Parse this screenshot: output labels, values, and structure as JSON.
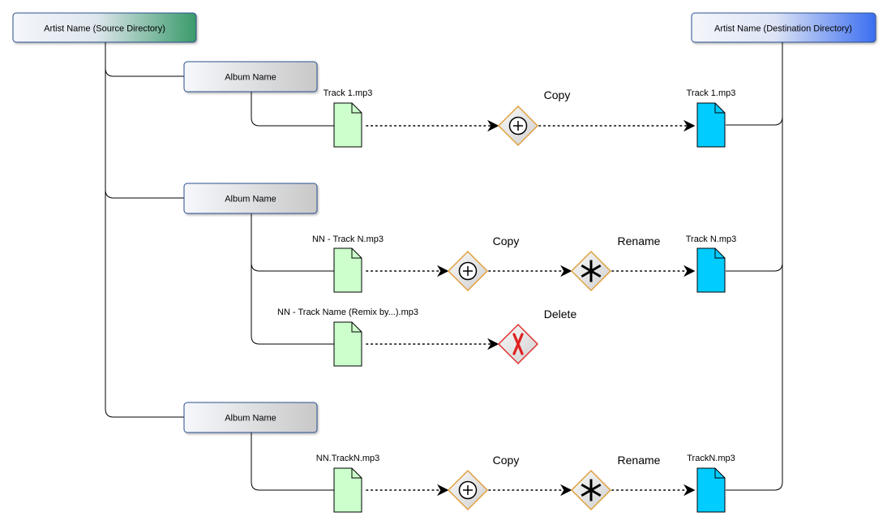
{
  "artist_source": "Artist Name (Source Directory)",
  "artist_destination": "Artist Name (Destination Directory)",
  "albums": [
    {
      "label": "Album Name"
    },
    {
      "label": "Album Name"
    },
    {
      "label": "Album Name"
    }
  ],
  "files": [
    {
      "source": "Track 1.mp3",
      "destination": "Track 1.mp3",
      "steps": [
        "Copy"
      ]
    },
    {
      "source": "NN - Track N.mp3",
      "destination": "Track N.mp3",
      "steps": [
        "Copy",
        "Rename"
      ]
    },
    {
      "source": "NN - Track Name (Remix by...).mp3",
      "steps": [
        "Delete"
      ]
    },
    {
      "source": "NN.TrackN.mp3",
      "destination": "TrackN.mp3",
      "steps": [
        "Copy",
        "Rename"
      ]
    }
  ],
  "colors": {
    "source_header": "#3a9a6a",
    "destination_header": "#3b6ef0",
    "source_file": "#ccffcc",
    "destination_file": "#00ccff",
    "gateway_border": "#e0a040",
    "delete_border": "#e03030",
    "delete_mark": "#e02020"
  },
  "icons": {
    "copy": "plus-circle-icon",
    "rename": "asterisk-icon",
    "delete": "x-mark-icon",
    "file": "document-icon"
  }
}
